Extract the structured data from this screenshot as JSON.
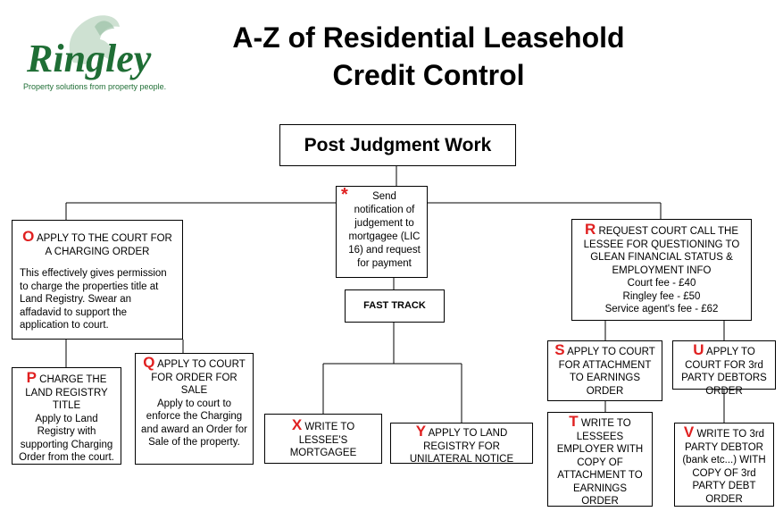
{
  "logo": {
    "name": "Ringley",
    "tagline": "Property solutions from property people."
  },
  "title": {
    "line1": "A-Z of Residential Leasehold",
    "line2": "Credit Control"
  },
  "top_box": "Post Judgment Work",
  "notify": {
    "mark": "*",
    "text": "Send notification of judgement to mortgagee (LIC 16) and request for payment"
  },
  "fast_track": "FAST TRACK",
  "o": {
    "letter": "O",
    "heading1": "APPLY TO THE COURT FOR",
    "heading2": "A CHARGING ORDER",
    "body": "This effectively gives permission to charge the properties title at Land Registry. Swear an affadavid to support the application to court."
  },
  "p": {
    "letter": "P",
    "heading": "CHARGE THE LAND REGISTRY TITLE",
    "body": "Apply to Land Registry with supporting Charging Order from the court."
  },
  "q": {
    "letter": "Q",
    "heading1": "APPLY TO COURT",
    "heading2": "FOR ORDER FOR SALE",
    "body": "Apply to court to enforce the Charging and award an Order for Sale of the property."
  },
  "x": {
    "letter": "X",
    "text": "WRITE TO LESSEE'S MORTGAGEE"
  },
  "y": {
    "letter": "Y",
    "text": "APPLY TO LAND REGISTRY FOR UNILATERAL NOTICE"
  },
  "r": {
    "letter": "R",
    "heading": "REQUEST COURT CALL THE LESSEE FOR QUESTIONING TO GLEAN FINANCIAL STATUS & EMPLOYMENT INFO",
    "fee1": "Court fee - £40",
    "fee2": "Ringley fee - £50",
    "fee3": "Service agent's fee - £62"
  },
  "s": {
    "letter": "S",
    "text": "APPLY TO COURT FOR ATTACHMENT TO EARNINGS ORDER"
  },
  "u": {
    "letter": "U",
    "text": "APPLY TO COURT FOR 3rd PARTY DEBTORS ORDER"
  },
  "t": {
    "letter": "T",
    "text": "WRITE TO LESSEES EMPLOYER WITH COPY OF ATTACHMENT TO EARNINGS ORDER"
  },
  "v": {
    "letter": "V",
    "text": "WRITE TO 3rd PARTY DEBTOR (bank etc...) WITH COPY OF 3rd PARTY DEBT ORDER"
  },
  "colors": {
    "brand_green": "#1f6e35",
    "letter_red": "#e02020"
  }
}
